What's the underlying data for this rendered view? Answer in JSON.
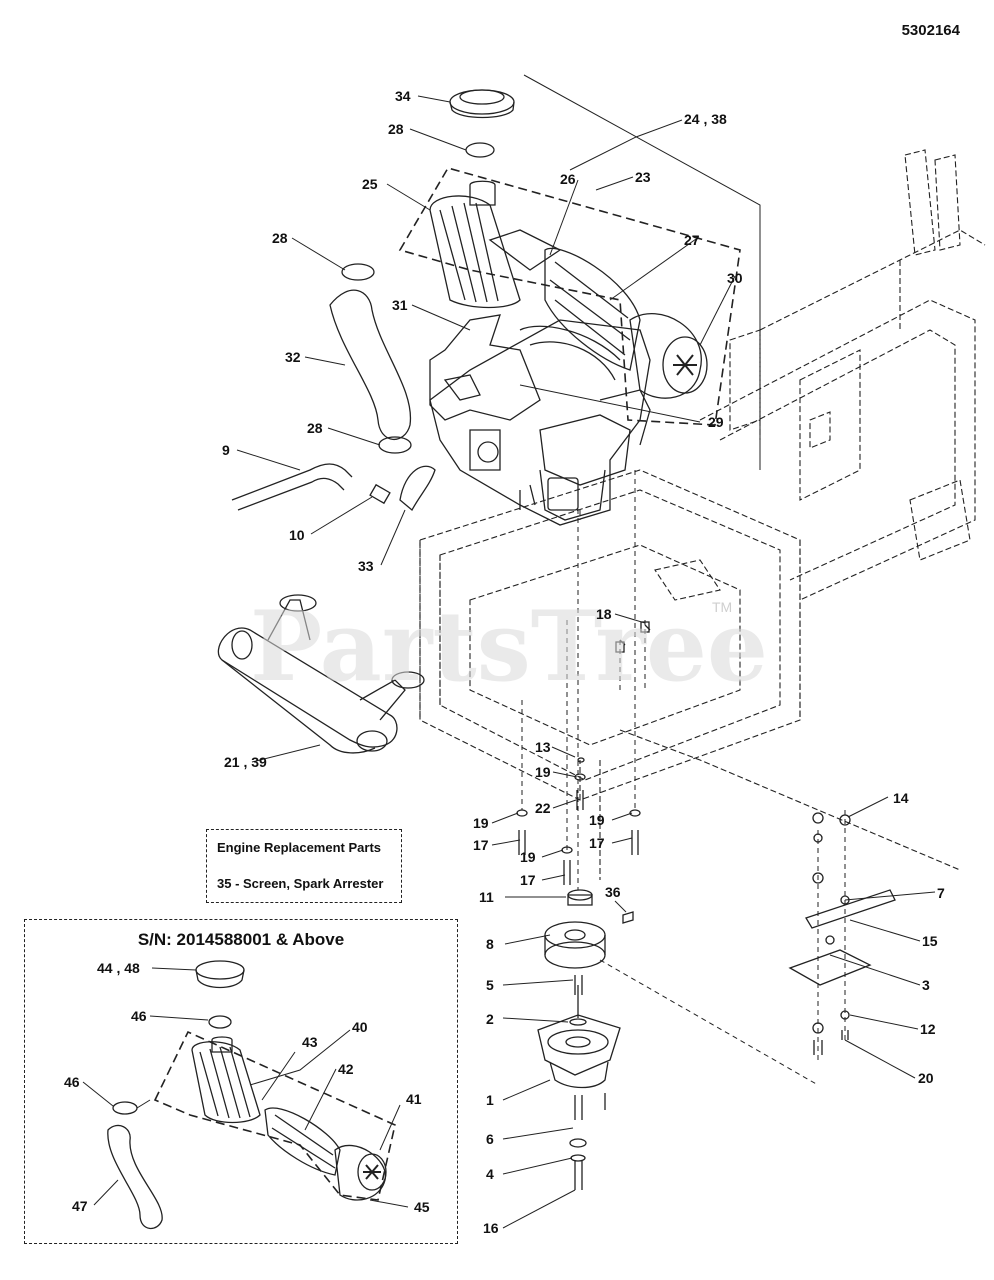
{
  "document_number": "5302164",
  "watermark": "PartsTree",
  "watermark_tm": "TM",
  "note_box": {
    "line1": "Engine Replacement Parts",
    "line2": "35 - Screen, Spark Arrester"
  },
  "serial_inset": {
    "title": "S/N: 2014588001 & Above"
  },
  "callouts": [
    {
      "id": "c34",
      "text": "34"
    },
    {
      "id": "c28a",
      "text": "28"
    },
    {
      "id": "c24",
      "text": "24 , 38"
    },
    {
      "id": "c25",
      "text": "25"
    },
    {
      "id": "c26",
      "text": "26"
    },
    {
      "id": "c23",
      "text": "23"
    },
    {
      "id": "c28b",
      "text": "28"
    },
    {
      "id": "c27",
      "text": "27"
    },
    {
      "id": "c30",
      "text": "30"
    },
    {
      "id": "c31",
      "text": "31"
    },
    {
      "id": "c32",
      "text": "32"
    },
    {
      "id": "c28c",
      "text": "28"
    },
    {
      "id": "c29",
      "text": "29"
    },
    {
      "id": "c9",
      "text": "9"
    },
    {
      "id": "c10",
      "text": "10"
    },
    {
      "id": "c33",
      "text": "33"
    },
    {
      "id": "c18",
      "text": "18"
    },
    {
      "id": "c21",
      "text": "21 , 39"
    },
    {
      "id": "c13",
      "text": "13"
    },
    {
      "id": "c19a",
      "text": "19"
    },
    {
      "id": "c22",
      "text": "22"
    },
    {
      "id": "c19b",
      "text": "19"
    },
    {
      "id": "c17a",
      "text": "17"
    },
    {
      "id": "c19c",
      "text": "19"
    },
    {
      "id": "c17b",
      "text": "17"
    },
    {
      "id": "c19d",
      "text": "19"
    },
    {
      "id": "c17c",
      "text": "17"
    },
    {
      "id": "c14",
      "text": "14"
    },
    {
      "id": "c11",
      "text": "11"
    },
    {
      "id": "c36",
      "text": "36"
    },
    {
      "id": "c7",
      "text": "7"
    },
    {
      "id": "c8",
      "text": "8"
    },
    {
      "id": "c15",
      "text": "15"
    },
    {
      "id": "c5",
      "text": "5"
    },
    {
      "id": "c3",
      "text": "3"
    },
    {
      "id": "c2",
      "text": "2"
    },
    {
      "id": "c12",
      "text": "12"
    },
    {
      "id": "c1",
      "text": "1"
    },
    {
      "id": "c20",
      "text": "20"
    },
    {
      "id": "c6",
      "text": "6"
    },
    {
      "id": "c4",
      "text": "4"
    },
    {
      "id": "c16",
      "text": "16"
    },
    {
      "id": "c44",
      "text": "44 , 48"
    },
    {
      "id": "c46a",
      "text": "46"
    },
    {
      "id": "c40",
      "text": "40"
    },
    {
      "id": "c43",
      "text": "43"
    },
    {
      "id": "c42",
      "text": "42"
    },
    {
      "id": "c46b",
      "text": "46"
    },
    {
      "id": "c41",
      "text": "41"
    },
    {
      "id": "c47",
      "text": "47"
    },
    {
      "id": "c45",
      "text": "45"
    }
  ]
}
